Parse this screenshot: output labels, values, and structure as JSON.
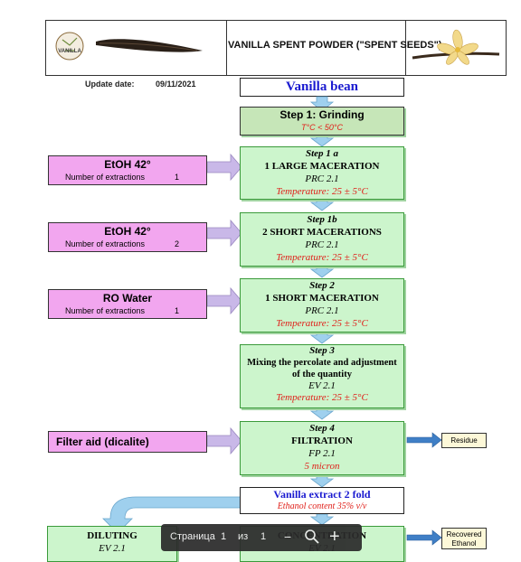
{
  "header": {
    "logo_text": "VANILLA",
    "title": "VANILLA SPENT POWDER (\"SPENT SEEDS\")",
    "update_label": "Update date:",
    "update_value": "09/11/2021"
  },
  "flow": {
    "vanilla_bean": "Vanilla bean",
    "step1": {
      "title": "Step 1: Grinding",
      "temp": "T°C < 50°C"
    },
    "step1a": {
      "label": "Step 1 a",
      "name": "1 LARGE MACERATION",
      "code": "PRC 2.1",
      "temp": "Temperature: 25 ± 5°C"
    },
    "step1b": {
      "label": "Step 1b",
      "name": "2 SHORT MACERATIONS",
      "code": "PRC 2.1",
      "temp": "Temperature: 25 ± 5°C"
    },
    "step2": {
      "label": "Step 2",
      "name": "1 SHORT MACERATION",
      "code": "PRC 2.1",
      "temp": "Temperature: 25 ± 5°C"
    },
    "step3": {
      "label": "Step 3",
      "name_line1": "Mixing the percolate and adjustment",
      "name_line2": "of the quantity",
      "code": "EV 2.1",
      "temp": "Temperature: 25 ± 5°C"
    },
    "step4": {
      "label": "Step 4",
      "name": "FILTRATION",
      "code": "FP 2.1",
      "temp": "5 micron"
    },
    "extract": {
      "title": "Vanilla extract 2 fold",
      "sub": "Ethanol content 35% v/v"
    },
    "diluting": {
      "name": "DILUTING",
      "code": "EV 2.1"
    },
    "concentration": {
      "name": "CONCENTRATION",
      "code": "EV 2.1"
    }
  },
  "inputs": [
    {
      "title": "EtOH 42°",
      "label": "Number of extractions",
      "value": "1"
    },
    {
      "title": "EtOH 42°",
      "label": "Number of extractions",
      "value": "2"
    },
    {
      "title": "RO Water",
      "label": "Number of extractions",
      "value": "1"
    },
    {
      "title": "Filter aid (dicalite)",
      "label": "",
      "value": ""
    }
  ],
  "outputs": {
    "residue": "Residue",
    "recovered_line1": "Recovered",
    "recovered_line2": "Ethanol"
  },
  "viewer_toolbar": {
    "page_label": "Страница",
    "current_page": "1",
    "of_label": "из",
    "total_pages": "1"
  },
  "colors": {
    "step_green": "#ccf5cc",
    "input_pink": "#f2a6ef",
    "arrow_blue": "#9fd0ee",
    "arrow_purple": "#c9b8e8",
    "temperature_red": "#e0201a",
    "title_blue": "#1a1ad0"
  }
}
